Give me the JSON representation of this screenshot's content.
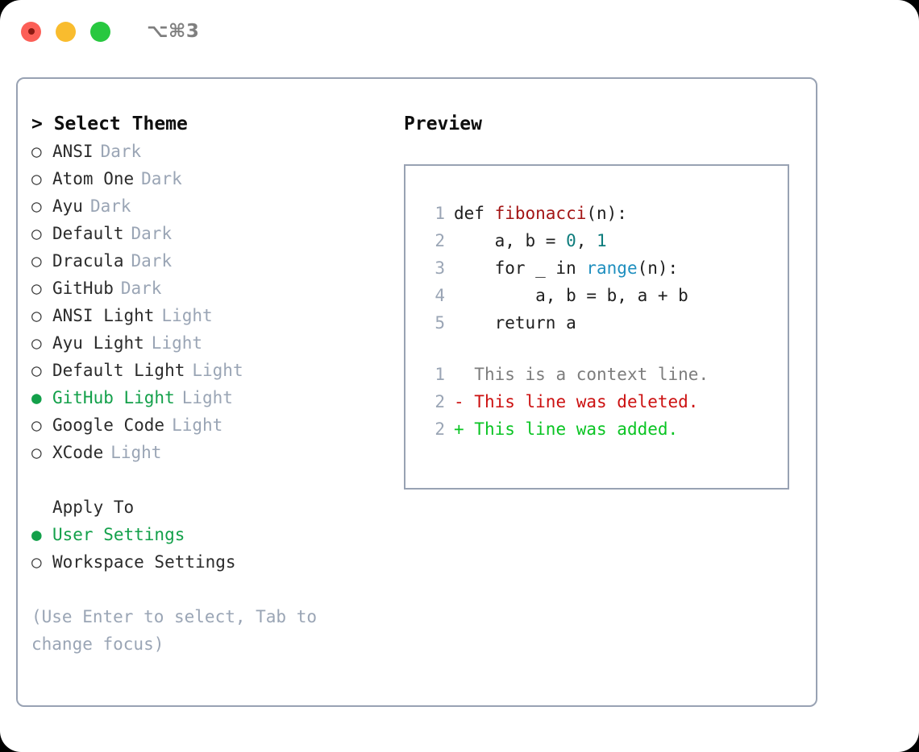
{
  "titlebar": {
    "lights": [
      "close-red",
      "minimize-yellow",
      "maximize-green"
    ],
    "shortcut": "⌥⌘3"
  },
  "colors": {
    "selected_green": "#13a04a",
    "muted": "#9aa5b5",
    "border": "#98a2b3",
    "diff_add": "#0ac423",
    "diff_del": "#cc1111",
    "code_func": "#a31515",
    "code_builtin": "#1f8fbf",
    "code_number": "#0d7c7c"
  },
  "theme_panel": {
    "header": "> Select Theme",
    "markers": {
      "unselected": "○",
      "selected": "●"
    },
    "items": [
      {
        "label": "ANSI",
        "tag": "Dark",
        "selected": false
      },
      {
        "label": "Atom One",
        "tag": "Dark",
        "selected": false
      },
      {
        "label": "Ayu",
        "tag": "Dark",
        "selected": false
      },
      {
        "label": "Default",
        "tag": "Dark",
        "selected": false
      },
      {
        "label": "Dracula",
        "tag": "Dark",
        "selected": false
      },
      {
        "label": "GitHub",
        "tag": "Dark",
        "selected": false
      },
      {
        "label": "ANSI Light",
        "tag": "Light",
        "selected": false
      },
      {
        "label": "Ayu Light",
        "tag": "Light",
        "selected": false
      },
      {
        "label": "Default Light",
        "tag": "Light",
        "selected": false
      },
      {
        "label": "GitHub Light",
        "tag": "Light",
        "selected": true
      },
      {
        "label": "Google Code",
        "tag": "Light",
        "selected": false
      },
      {
        "label": "XCode",
        "tag": "Light",
        "selected": false
      }
    ]
  },
  "apply_to": {
    "header": "Apply To",
    "items": [
      {
        "label": "User Settings",
        "selected": true
      },
      {
        "label": "Workspace Settings",
        "selected": false
      }
    ]
  },
  "hint": "(Use Enter to select, Tab to change focus)",
  "preview": {
    "header": "Preview",
    "code_lines": [
      {
        "no": "1",
        "parts": [
          {
            "text": "def ",
            "style": "plain"
          },
          {
            "text": "fibonacci",
            "style": "func"
          },
          {
            "text": "(n):",
            "style": "plain"
          }
        ]
      },
      {
        "no": "2",
        "parts": [
          {
            "text": "    a, b = ",
            "style": "plain"
          },
          {
            "text": "0",
            "style": "num"
          },
          {
            "text": ", ",
            "style": "plain"
          },
          {
            "text": "1",
            "style": "num"
          }
        ]
      },
      {
        "no": "3",
        "parts": [
          {
            "text": "    for _ in ",
            "style": "plain"
          },
          {
            "text": "range",
            "style": "fn2"
          },
          {
            "text": "(n):",
            "style": "plain"
          }
        ]
      },
      {
        "no": "4",
        "parts": [
          {
            "text": "        a, b = b, a + b",
            "style": "plain"
          }
        ]
      },
      {
        "no": "5",
        "parts": [
          {
            "text": "    return a",
            "style": "plain"
          }
        ]
      }
    ],
    "diff_lines": [
      {
        "no": "1",
        "marker": " ",
        "text": "This is a context line.",
        "kind": "ctx"
      },
      {
        "no": "2",
        "marker": "-",
        "text": "This line was deleted.",
        "kind": "del"
      },
      {
        "no": "2",
        "marker": "+",
        "text": "This line was added.",
        "kind": "add"
      }
    ]
  }
}
